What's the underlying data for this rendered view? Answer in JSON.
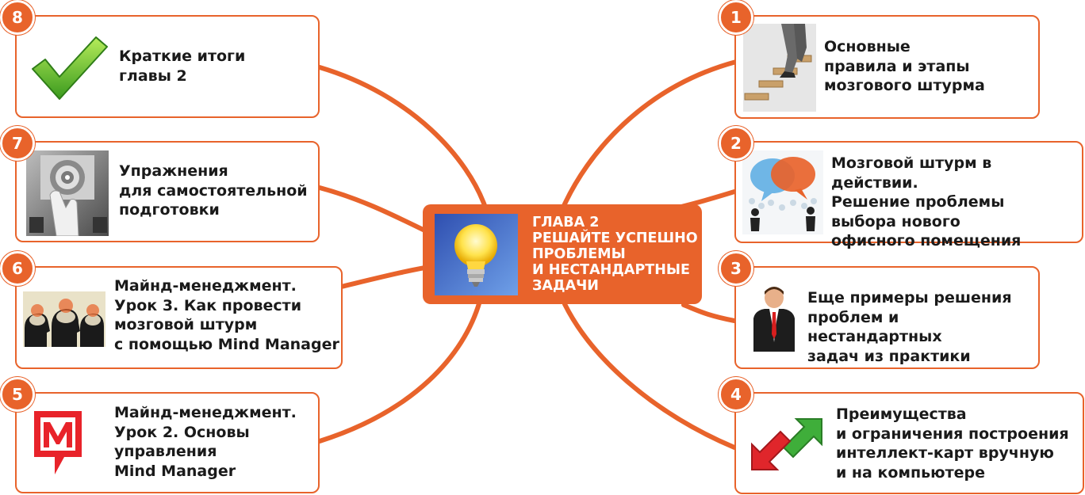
{
  "colors": {
    "accent": "#e8632b",
    "text": "#1a1a1a",
    "border": "#e8632b"
  },
  "center": {
    "title": "ГЛАВА 2\nРЕШАЙТЕ УСПЕШНО\nПРОБЛЕМЫ\nИ НЕСТАНДАРТНЫЕ\nЗАДАЧИ",
    "icon": "lightbulb-icon"
  },
  "nodes": [
    {
      "number": "1",
      "label": "Основные\nправила и этапы\nмозгового штурма",
      "icon": "stairs-icon"
    },
    {
      "number": "2",
      "label": "Мозговой штурм в действии.\nРешение проблемы\nвыбора нового\nофисного помещения",
      "icon": "speech-bubbles-icon"
    },
    {
      "number": "3",
      "label": "Еще примеры решения\nпроблем и нестандартных\nзадач из практики",
      "icon": "businessman-icon"
    },
    {
      "number": "4",
      "label": "Преимущества\nи ограничения построения\nинтеллект-карт вручную\nи на компьютере",
      "icon": "arrows-icon"
    },
    {
      "number": "5",
      "label": "Майнд-менеджмент.\nУрок 2. Основы\nуправления\nMind Manager",
      "icon": "mindmanager-logo-icon"
    },
    {
      "number": "6",
      "label": "Майнд-менеджмент.\nУрок 3. Как провести\nмозговой штурм\nс помощью Mind Manager",
      "icon": "brains-heads-icon"
    },
    {
      "number": "7",
      "label": "Упражнения\nдля самостоятельной\nподготовки",
      "icon": "dartboard-hand-icon"
    },
    {
      "number": "8",
      "label": "Краткие итоги\nглавы 2",
      "icon": "checkmark-icon"
    }
  ]
}
